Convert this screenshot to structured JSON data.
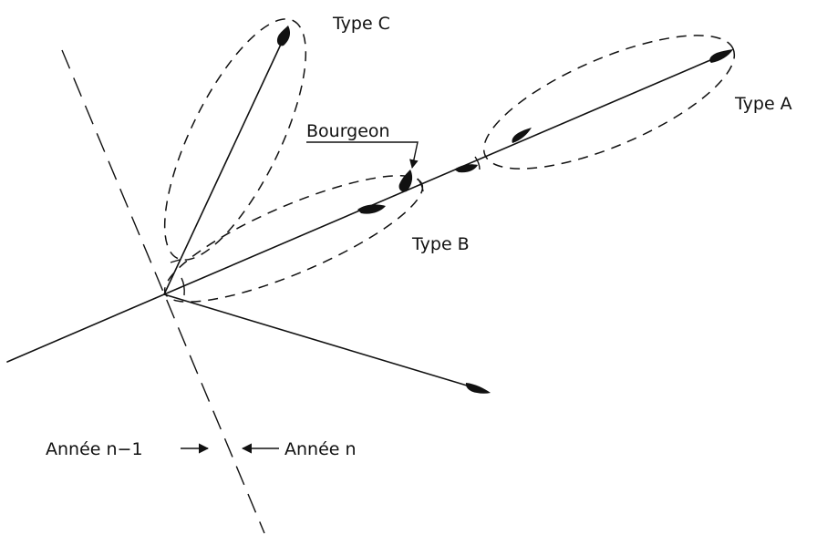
{
  "labels": {
    "type_a": "Type A",
    "type_b": "Type B",
    "type_c": "Type C",
    "bourgeon": "Bourgeon",
    "annee_prev": "Année  n−1",
    "annee_curr": "Année  n"
  }
}
